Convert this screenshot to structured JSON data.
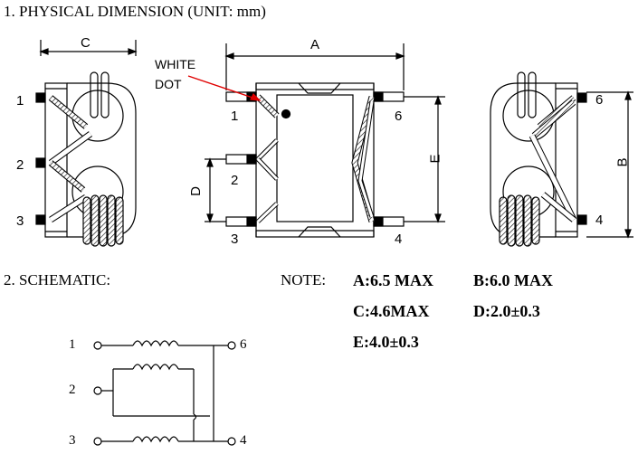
{
  "header": {
    "physical_dimension": "1. PHYSICAL DIMENSION  (UNIT: mm)",
    "schematic": "2. SCHEMATIC:"
  },
  "drawing": {
    "dim_a": "A",
    "dim_b": "B",
    "dim_c": "C",
    "dim_d": "D",
    "dim_e": "E",
    "white_dot_line1": "WHITE",
    "white_dot_line2": "DOT",
    "left_pins": [
      "1",
      "2",
      "3"
    ],
    "front_pins": [
      "1",
      "2",
      "3",
      "6",
      "4"
    ],
    "right_pins": [
      "6",
      "4"
    ]
  },
  "notes": {
    "label": "NOTE:",
    "a": "A:6.5 MAX",
    "b": "B:6.0 MAX",
    "c": "C:4.6MAX",
    "d": "D:2.0±0.3",
    "e": "E:4.0±0.3"
  },
  "schematic": {
    "pins": [
      "1",
      "2",
      "3",
      "6",
      "4"
    ]
  }
}
